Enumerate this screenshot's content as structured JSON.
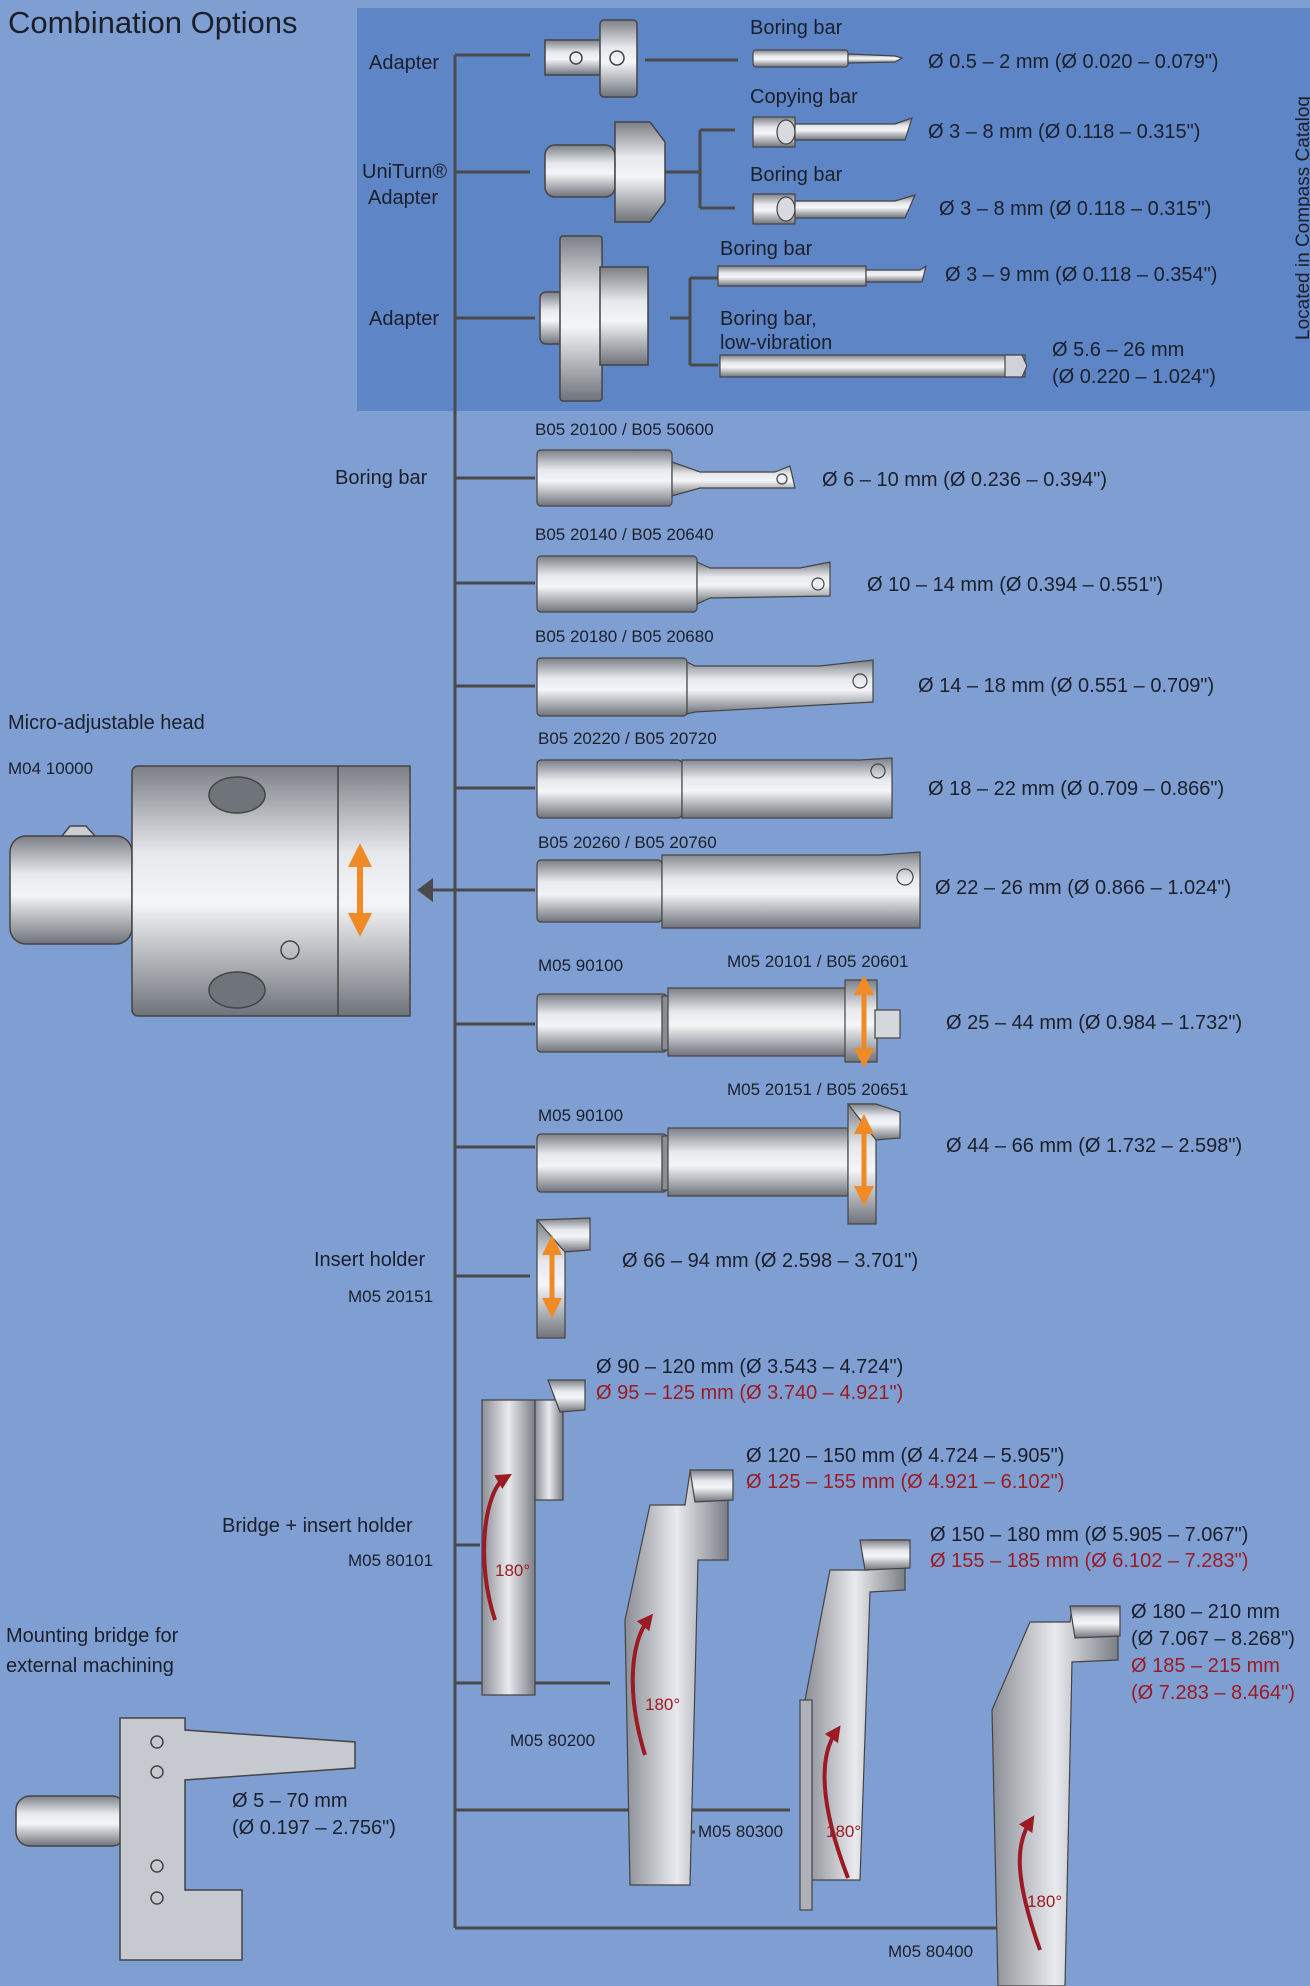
{
  "title": "Combination Options",
  "side_note": "Located in Compass Catalog",
  "colors": {
    "background": "#7f9fd3",
    "highlight_panel": "#5e86c7",
    "arrow_orange": "#f08a24",
    "rotate_red": "#9b1b24",
    "line": "#4a4a4a"
  },
  "micro_head": {
    "label": "Micro-adjustable head",
    "code": "M04 10000"
  },
  "panel": {
    "adapter1": {
      "label": "Adapter",
      "item": "Boring bar",
      "dim": "Ø 0.5 – 2 mm (Ø 0.020 – 0.079\")"
    },
    "uniturn": {
      "label_line1": "UniTurn®",
      "label_line2": "Adapter",
      "item1": "Copying bar",
      "dim1": "Ø 3 – 8 mm (Ø 0.118 – 0.315\")",
      "item2": "Boring bar",
      "dim2": "Ø 3 – 8 mm (Ø 0.118 – 0.315\")"
    },
    "adapter2": {
      "label": "Adapter",
      "item1": "Boring bar",
      "dim1": "Ø 3 – 9 mm (Ø 0.118 – 0.354\")",
      "item2_line1": "Boring bar,",
      "item2_line2": "low-vibration",
      "dim2_line1": "Ø 5.6 – 26 mm",
      "dim2_line2": "(Ø 0.220 – 1.024\")"
    }
  },
  "boring_bar_label": "Boring bar",
  "bars": [
    {
      "code": "B05 20100 / B05 50600",
      "dim": "Ø 6 – 10 mm (Ø 0.236 – 0.394\")"
    },
    {
      "code": "B05 20140 / B05 20640",
      "dim": "Ø 10 – 14 mm (Ø 0.394 – 0.551\")"
    },
    {
      "code": "B05 20180 / B05 20680",
      "dim": "Ø 14 – 18 mm (Ø 0.551 – 0.709\")"
    },
    {
      "code": "B05 20220 / B05 20720",
      "dim": "Ø 18 – 22 mm (Ø 0.709 – 0.866\")"
    },
    {
      "code": "B05 20260 / B05 20760",
      "dim": "Ø 22 – 26 mm (Ø 0.866 – 1.024\")"
    }
  ],
  "adjustable": [
    {
      "code1": "M05 90100",
      "code2": "M05 20101 / B05 20601",
      "dim": "Ø 25 – 44 mm (Ø 0.984 – 1.732\")"
    },
    {
      "code1": "M05 90100",
      "code2": "M05 20151 / B05 20651",
      "dim": "Ø 44 – 66 mm (Ø 1.732 – 2.598\")"
    }
  ],
  "insert_holder": {
    "label": "Insert holder",
    "code": "M05 20151",
    "dim": "Ø 66 – 94 mm (Ø 2.598 – 3.701\")"
  },
  "bridge": {
    "label": "Bridge + insert holder",
    "code": "M05 80101",
    "rotate": "180°",
    "items": [
      {
        "dim": "Ø 90 – 120 mm (Ø 3.543 – 4.724\")",
        "dim_red": "Ø 95 – 125 mm (Ø 3.740 – 4.921\")"
      },
      {
        "code": "M05 80200",
        "dim": "Ø 120 – 150 mm (Ø 4.724 – 5.905\")",
        "dim_red": "Ø 125 – 155 mm (Ø 4.921 – 6.102\")"
      },
      {
        "code": "M05 80300",
        "dim": "Ø 150 – 180 mm (Ø 5.905 – 7.067\")",
        "dim_red": "Ø 155 – 185 mm (Ø 6.102 – 7.283\")"
      },
      {
        "code": "M05 80400",
        "dim_line1": "Ø 180 – 210 mm",
        "dim_line2": "(Ø 7.067 – 8.268\")",
        "dim_red_line1": "Ø 185 – 215 mm",
        "dim_red_line2": "(Ø 7.283 – 8.464\")"
      }
    ]
  },
  "mounting": {
    "label_line1": "Mounting bridge for",
    "label_line2": "external machining",
    "dim_line1": "Ø 5 – 70 mm",
    "dim_line2": "(Ø 0.197 – 2.756\")"
  }
}
